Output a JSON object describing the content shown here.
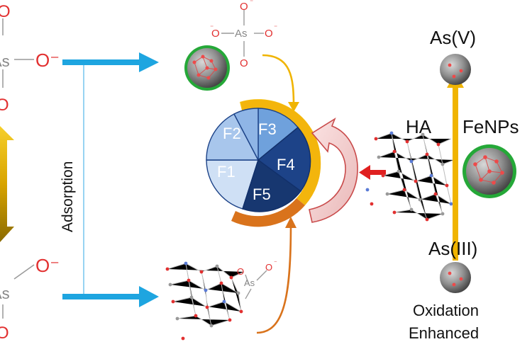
{
  "labels": {
    "adsorption": "Adsorption",
    "as_v": "As(V)",
    "as_iii": "As(III)",
    "ha": "HA",
    "fenps": "FeNPs",
    "oxidation": "Oxidation",
    "enhanced": "Enhanced"
  },
  "atoms": {
    "as": "As",
    "o": "O",
    "o_minus": "O⁻",
    "minus": "⁻"
  },
  "fractions": [
    "F1",
    "F2",
    "F3",
    "F4",
    "F5"
  ],
  "colors": {
    "blue_arrow": "#1ea5e0",
    "gold": "#f0b400",
    "orange": "#d9731c",
    "red": "#e02020",
    "light_blue": "#6fa1dc",
    "pale_blue": "#a8c6ec",
    "navy": "#1d4388",
    "dark_navy": "#173770",
    "oxygen_red": "#e23030",
    "arsenic_grey": "#8a8a8a"
  }
}
